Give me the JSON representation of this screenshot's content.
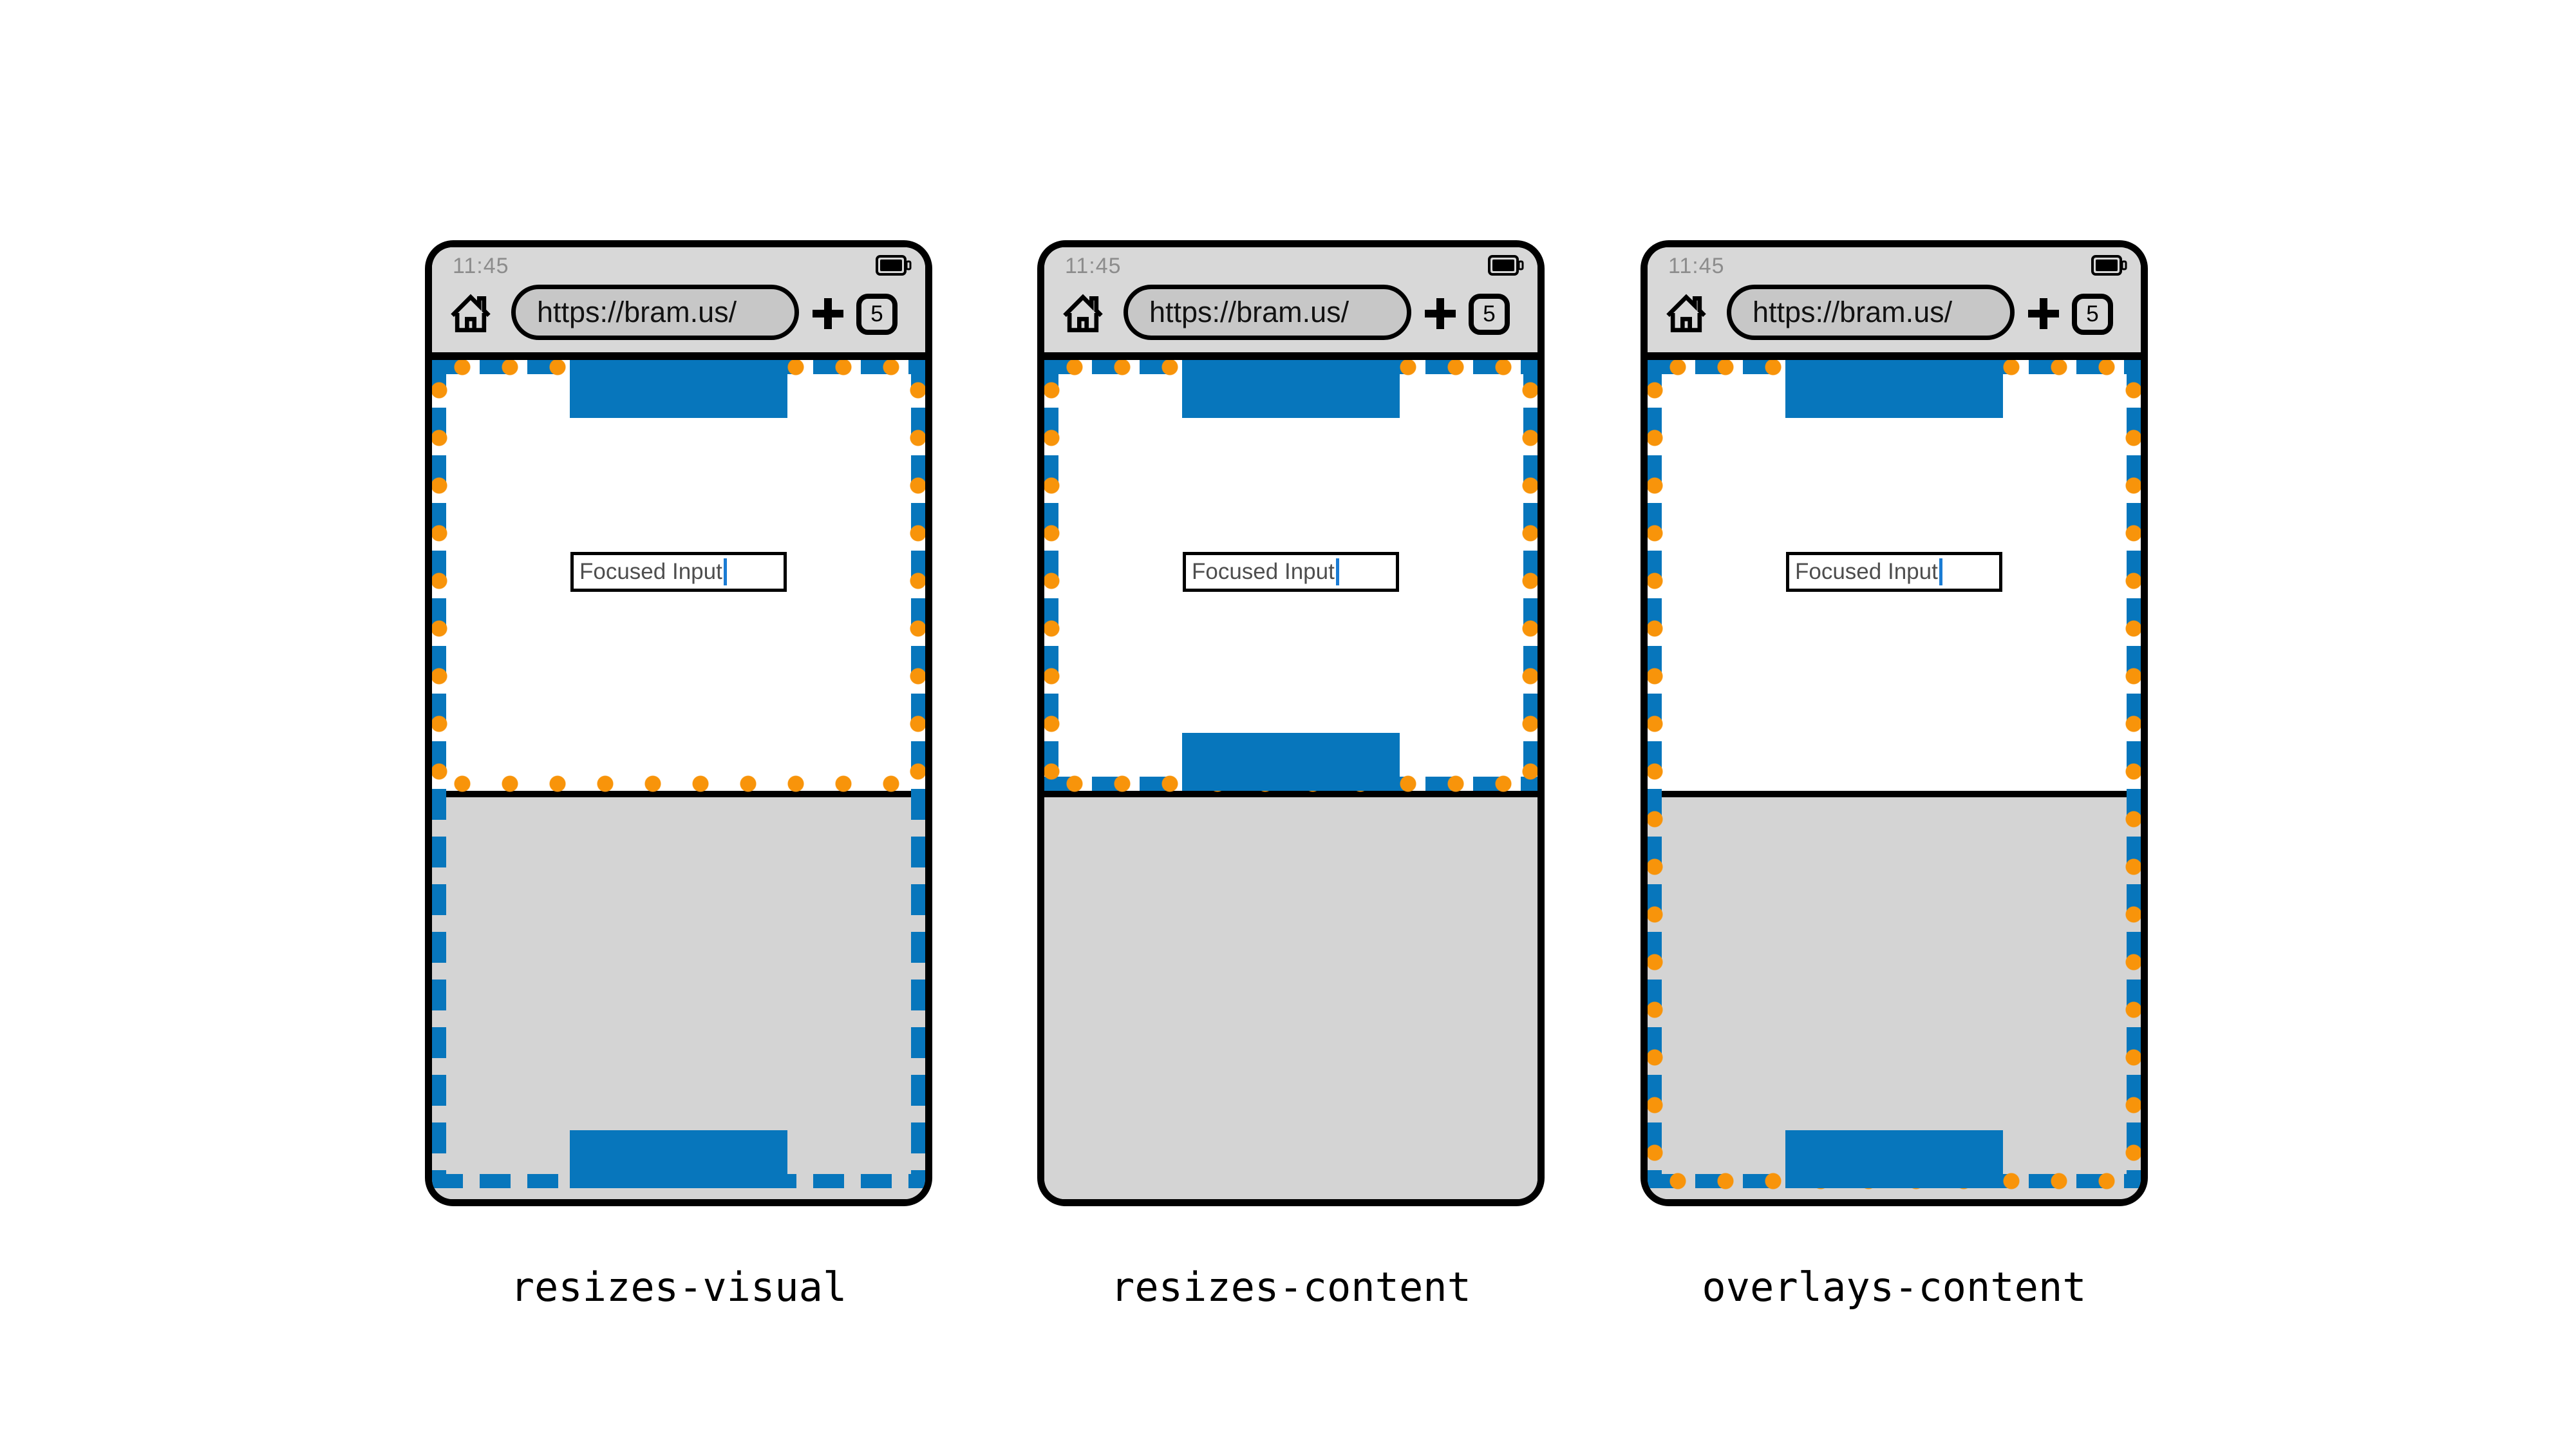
{
  "colors": {
    "layout_viewport_blue": "#0776BC",
    "visual_viewport_orange": "#F8940A",
    "chrome_gray": "#D8D8D8",
    "keyboard_gray": "#D4D4D4",
    "caret_blue": "#1B7CD4"
  },
  "icons": {
    "home": "home-icon",
    "battery": "battery-full-icon",
    "new_tab": "plus-icon",
    "caret": "text-caret"
  },
  "phones": [
    {
      "mode_label": "resizes-visual",
      "status_bar": {
        "time": "11:45"
      },
      "browser_bar": {
        "url": "https://bram.us/",
        "tab_count": "5"
      },
      "page": {
        "input_value": "Focused Input"
      }
    },
    {
      "mode_label": "resizes-content",
      "status_bar": {
        "time": "11:45"
      },
      "browser_bar": {
        "url": "https://bram.us/",
        "tab_count": "5"
      },
      "page": {
        "input_value": "Focused Input"
      }
    },
    {
      "mode_label": "overlays-content",
      "status_bar": {
        "time": "11:45"
      },
      "browser_bar": {
        "url": "https://bram.us/",
        "tab_count": "5"
      },
      "page": {
        "input_value": "Focused Input"
      }
    }
  ]
}
